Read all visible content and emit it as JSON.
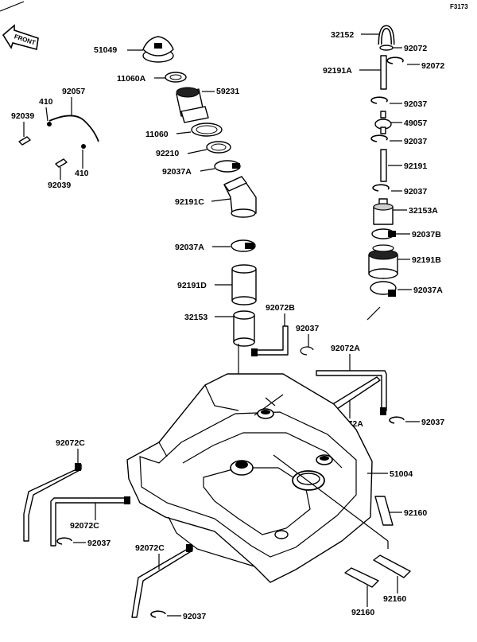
{
  "sheet_code": "F3173",
  "front_label": "FRONT",
  "callouts": {
    "p51049": "51049",
    "p11060A": "11060A",
    "p59231": "59231",
    "p11060": "11060",
    "p92210": "92210",
    "p92037A_1": "92037A",
    "p92191C": "92191C",
    "p92037A_2": "92037A",
    "p92191D": "92191D",
    "p32153": "32153",
    "p92072B": "92072B",
    "p92037_mid": "92037",
    "p92057": "92057",
    "p410_a": "410",
    "p92039_a": "92039",
    "p410_b": "410",
    "p92039_b": "92039",
    "p32152": "32152",
    "p92072_a": "92072",
    "p92072_b": "92072",
    "p92191A": "92191A",
    "p92037_r1": "92037",
    "p49057": "49057",
    "p92037_r2": "92037",
    "p92191": "92191",
    "p92037_r3": "92037",
    "p32153A": "32153A",
    "p92037B": "92037B",
    "p92191B": "92191B",
    "p92037A_r": "92037A",
    "p92072A_1": "92072A",
    "p92072A_2": "92072A",
    "p92037_r4": "92037",
    "p51004": "51004",
    "p92160_a": "92160",
    "p92160_b": "92160",
    "p92160_c": "92160",
    "p92072C_1": "92072C",
    "p92072C_2": "92072C",
    "p92037_l1": "92037",
    "p92072C_3": "92072C",
    "p92037_l2": "92037"
  }
}
